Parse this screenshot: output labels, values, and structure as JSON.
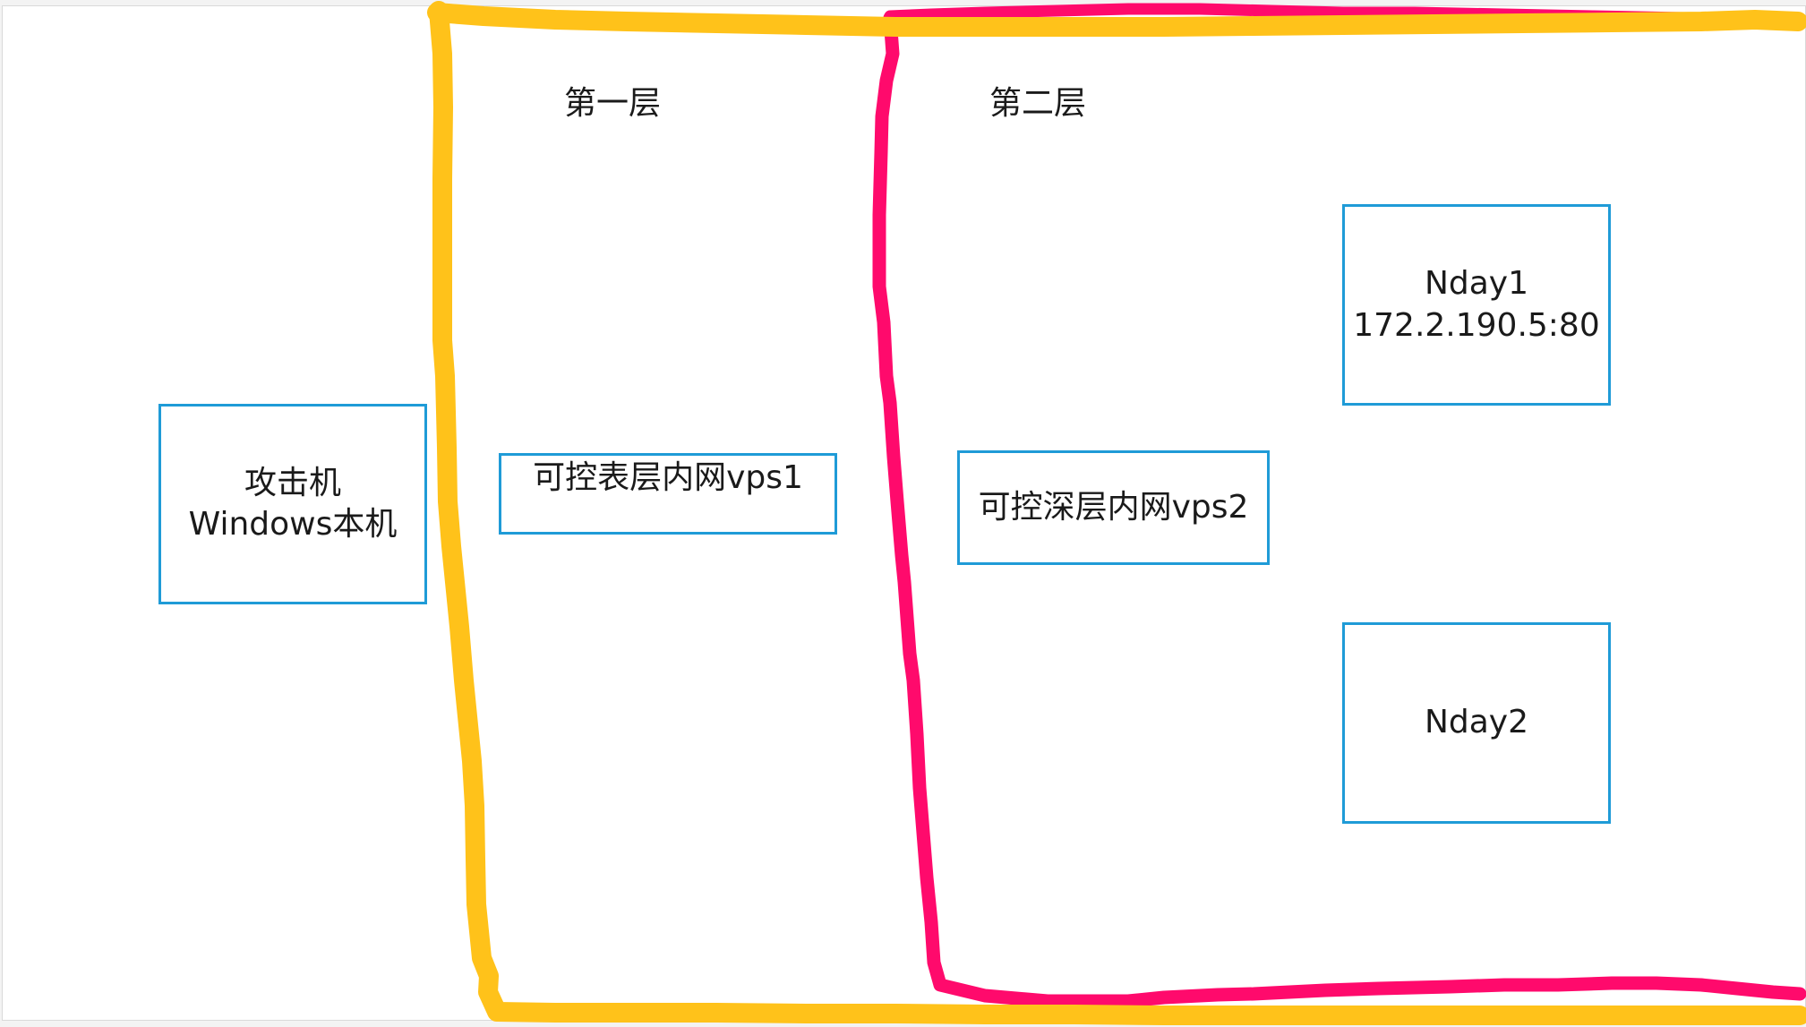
{
  "layers": {
    "layer1": {
      "label": "第一层",
      "color": "#ffc21a"
    },
    "layer2": {
      "label": "第二层",
      "color": "#ff0a6c"
    }
  },
  "nodes": {
    "attacker": {
      "line1": "攻击机",
      "line2": "Windows本机"
    },
    "vps1": {
      "line1": "可控表层内网vps1"
    },
    "vps2": {
      "line1": "可控深层内网vps2"
    },
    "nday1": {
      "line1": "Nday1",
      "line2": "172.2.190.5:80"
    },
    "nday2": {
      "line1": "Nday2"
    }
  },
  "colors": {
    "box_border": "#1f9bd7",
    "text": "#1a1a1a"
  }
}
